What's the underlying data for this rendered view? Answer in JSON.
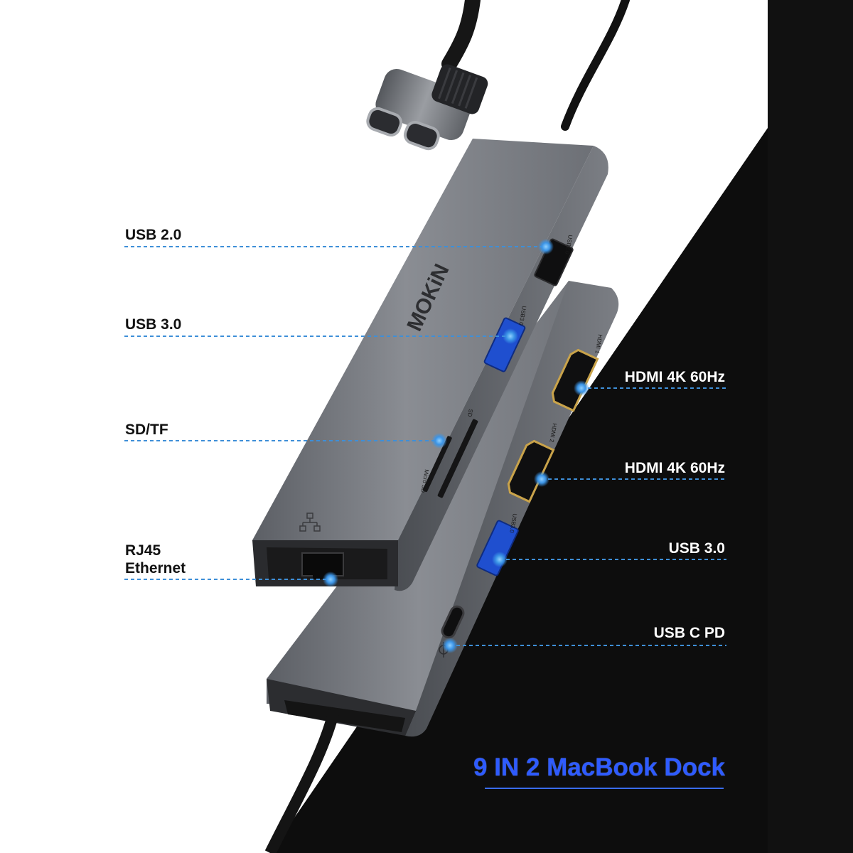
{
  "brand": "MOKiN",
  "headline": "9 IN 2 MacBook Dock",
  "callouts_left": [
    {
      "id": "usb2",
      "label": "USB 2.0"
    },
    {
      "id": "usb3-top",
      "label": "USB 3.0"
    },
    {
      "id": "sdtf",
      "label": "SD/TF"
    },
    {
      "id": "rj45",
      "label": "RJ45\nEthernet"
    }
  ],
  "callouts_right": [
    {
      "id": "hdmi1",
      "label": "HDMI 4K 60Hz"
    },
    {
      "id": "hdmi2",
      "label": "HDMI 4K 60Hz"
    },
    {
      "id": "usb3-bottom",
      "label": "USB 3.0"
    },
    {
      "id": "usbc-pd",
      "label": "USB C PD"
    }
  ],
  "port_markings": {
    "usb2": "USB2.0",
    "usb3_top": "USB3.0",
    "usb3_bottom": "USB3.0",
    "hdmi1": "HDMI 1",
    "hdmi2": "HDMI 2",
    "sd": "SD",
    "microsd": "Micro SD"
  },
  "icons": [
    "ethernet-icon",
    "power-delivery-icon"
  ],
  "colors": {
    "background_light": "#ffffff",
    "background_dark": "#0d0d0d",
    "hub_body": "#707379",
    "callout_line": "#3e8fd8",
    "headline": "#2e5bff"
  }
}
